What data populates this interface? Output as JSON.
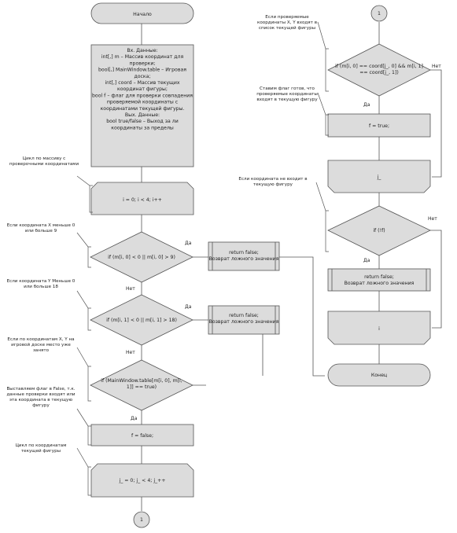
{
  "start": "Начало",
  "end": "Конец",
  "connector_a": "1",
  "connector_b": "1",
  "input_block": [
    "Вх. Данные:",
    "int[,] m – Массив координат для",
    "проверки;",
    "bool[,] MainWindow.table – Игровая",
    "доска;",
    "int[,] coord – Массив текущих",
    "координат фигуры;",
    "bool f – флаг для проверки совпадения",
    "проверяемой координаты с",
    "координатами текущей фигуры.",
    "",
    "Вых. Данные:",
    "bool true/false – Выход за ли",
    "координаты за пределы"
  ],
  "loop_i": "i = 0; i < 4; i++",
  "cond1": "if (m[i, 0] < 0 || m[i, 0] > 9)",
  "cond2": "if (m[i, 1] < 0 || m[i, 1] > 18)",
  "cond3": [
    "if (MainWindow.table[m[i, 0], m[i,",
    "1]] == true)"
  ],
  "ret1": [
    "return false;",
    "Возврат ложного значения"
  ],
  "ret2": [
    "return false;",
    "Возврат ложного значения"
  ],
  "assign_f_false": "f = false;",
  "loop_j": "j_ = 0; j_ < 4; j_++",
  "cond4": [
    "if (m[i, 0] == coord[j_, 0] && m[i, 1]",
    "== coord[j_, 1])"
  ],
  "assign_f_true": "f = true;",
  "loop_end_j": "j_",
  "cond5": "if (!f)",
  "ret3": [
    "return false;",
    "Возврат ложного значения"
  ],
  "loop_end_i": "i",
  "labels": {
    "yes": "Да",
    "no": "Нет"
  },
  "notes": {
    "n1": [
      "Цикл по массиву с",
      "проверочными координатами"
    ],
    "n2": [
      "Если координата X меньше 0",
      "или больше 9"
    ],
    "n3": [
      "Если координата Y Меньше 0",
      "или больше 18"
    ],
    "n4": [
      "Если по координатам X, Y на",
      "игровой доске место уже",
      "занято"
    ],
    "n5": [
      "Выставляем флаг в False, т.к.",
      "данные проверки входят или",
      "эта координата в текущую",
      "фигуру"
    ],
    "n6": [
      "Цикл по координатам",
      "текущей фигуры"
    ],
    "n7": [
      "Если проверяемые",
      "координаты X, Y входят в",
      "список текущей фигуры"
    ],
    "n8": [
      "Ставим флаг готов, что",
      "проверяемые координаты",
      "входят в текущую фигуру"
    ],
    "n9": [
      "Если координата не входит в",
      "текущую фигуру"
    ]
  }
}
